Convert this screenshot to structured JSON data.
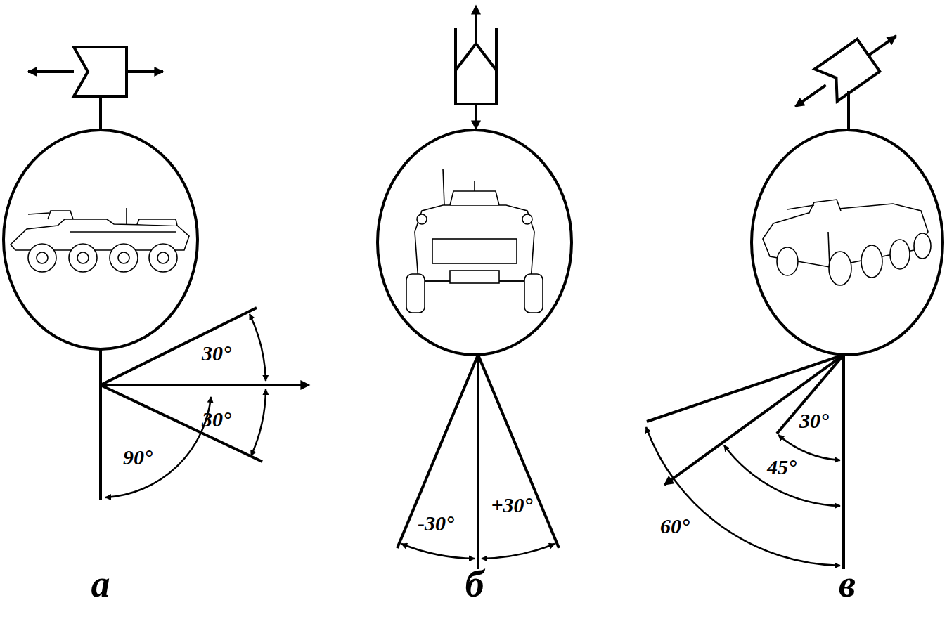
{
  "diagram": {
    "labels": [
      "30°",
      "30°",
      "90°",
      "-30°",
      "+30°",
      "30°",
      "45°",
      "60°",
      "а",
      "б",
      "в"
    ]
  }
}
